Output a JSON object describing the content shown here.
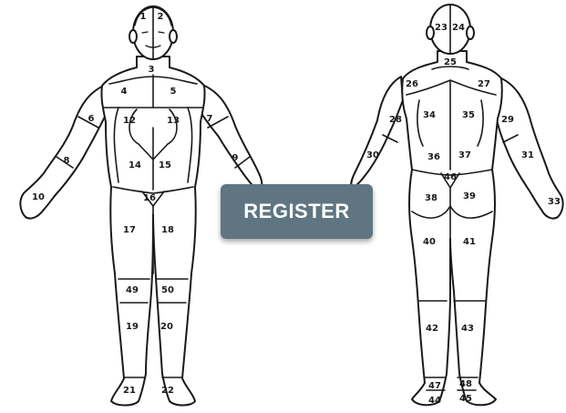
{
  "regions": {
    "front": [
      "1",
      "2",
      "3",
      "4",
      "5",
      "6",
      "7",
      "8",
      "9",
      "10",
      "12",
      "13",
      "14",
      "15",
      "16",
      "17",
      "18",
      "49",
      "50",
      "19",
      "20",
      "21",
      "22"
    ],
    "back": [
      "23",
      "24",
      "25",
      "26",
      "27",
      "28",
      "29",
      "30",
      "31",
      "33",
      "34",
      "35",
      "36",
      "37",
      "46",
      "38",
      "39",
      "40",
      "41",
      "42",
      "43",
      "47",
      "48",
      "44",
      "45"
    ]
  },
  "register_button": {
    "label": "REGISTER",
    "color": "#5f7682"
  }
}
